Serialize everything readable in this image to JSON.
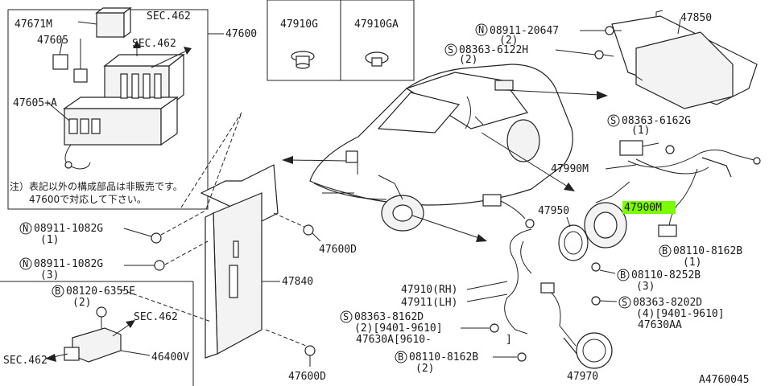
{
  "labels": {
    "p47671m": "47671M",
    "p47605": "47605",
    "sec462_a": "SEC.462",
    "sec462_b": "SEC.462",
    "p47600": "47600",
    "p47605a": "47605+A",
    "note_line1": "注）表記以外の構成部品は非販売です。",
    "note_line2": "47600で対応して下さい。",
    "p47910g": "47910G",
    "p47910ga": "47910GA",
    "n08911_20647": "08911-20647",
    "n08911_20647_qty": "(2)",
    "s08363_6122h": "08363-6122H",
    "s08363_6122h_qty": "(2)",
    "p47850": "47850",
    "s08363_6162g": "08363-6162G",
    "s08363_6162g_qty": "(1)",
    "p47990m": "47990M",
    "p47900m": "47900M",
    "p47950": "47950",
    "b08110_8162b_top": "08110-8162B",
    "b08110_8162b_top_qty": "(1)",
    "b08110_8252b": "08110-8252B",
    "b08110_8252b_qty": "(3)",
    "s08363_8202d": "08363-8202D",
    "s08363_8202d_qty": "(4)[9401-9610]",
    "p47630aa": "47630AA",
    "n08911_1082g_a": "08911-1082G",
    "n08911_1082g_a_qty": "(1)",
    "n08911_1082g_b": "08911-1082G",
    "n08911_1082g_b_qty": "(3)",
    "p47600d_a": "47600D",
    "p47840": "47840",
    "b08120_6355e": "08120-6355E",
    "b08120_6355e_qty": "(2)",
    "sec462_c": "SEC.462",
    "sec462_d": "SEC.462",
    "p46400v": "46400V",
    "p47910rh": "47910(RH)",
    "p47911lh": "47911(LH)",
    "s08363_8162d": "08363-8162D",
    "s08363_8162d_qty": "(2)[9401-9610]",
    "p47630a": "47630A[9610-",
    "p47630a_close": "]",
    "p47600d_b": "47600D",
    "b08110_8162b_bot": "08110-8162B",
    "b08110_8162b_bot_qty": "(2)",
    "p47970": "47970",
    "diagram_code": "A4760045"
  },
  "symbols": {
    "n": "N",
    "s": "S",
    "b": "B"
  },
  "colors": {
    "highlight": "#7CFC00",
    "ink": "#222222"
  }
}
